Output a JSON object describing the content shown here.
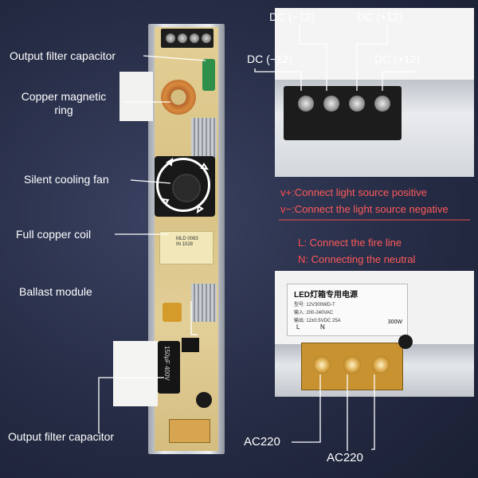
{
  "labels": {
    "output_filter_top": "Output filter capacitor",
    "copper_ring": "Copper magnetic\nring",
    "fan": "Silent cooling fan",
    "coil": "Full copper coil",
    "ballast": "Ballast module",
    "output_filter_bottom": "Output filter capacitor"
  },
  "top_photo": {
    "dc_minus_top": "DC (−12)",
    "dc_plus_top": "DC (+12)",
    "dc_minus": "DC (−12)",
    "dc_plus": "DC (+12)"
  },
  "legend_dc": {
    "v_plus_key": "v+:",
    "v_plus_text": "Connect light source positive",
    "v_minus_key": "v−:",
    "v_minus_text": "Connect the light source negative"
  },
  "legend_ac": {
    "l_key": "L:",
    "l_text": "Connect the fire line",
    "n_key": "N:",
    "n_text": "Connecting the neutral"
  },
  "bottom_photo": {
    "ac1": "AC220",
    "ac2": "AC220",
    "label_title": "LED灯箱专用电源",
    "label_model": "型号: 12V300WD-T",
    "label_input": "输入: 200-240VAC",
    "label_output": "输出: 12±0.5VDC  25A",
    "label_watt": "300W",
    "strip_l": "L",
    "strip_n": "N"
  },
  "pcb": {
    "cap_text": "150μF 400V",
    "transformer_tag_1": "MLD   0083",
    "transformer_tag_2": "IN    1028"
  },
  "colors": {
    "background": "#262c45",
    "legend_red": "#ff4d4d",
    "label_white": "#ffffff"
  }
}
